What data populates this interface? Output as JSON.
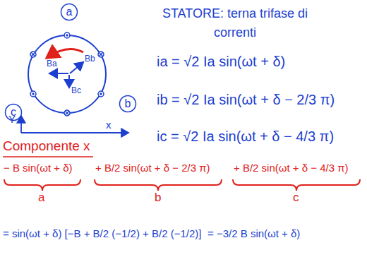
{
  "diagram": {
    "nodes": [
      {
        "text": [
          "a"
        ]
      },
      {
        "text": [
          "c"
        ]
      },
      {
        "text": [
          "b"
        ]
      }
    ],
    "labels": [
      "STATORE: terna trifase di correnti",
      "ia = √2 Ia sin(ωt + δ)",
      "ib = √2 Ia sin(ωt + δ − 2/3 π)",
      "ic = √2 Ia sin(ωt + δ − 4/3 π)",
      "Componente x",
      "− B sin(ωt + δ)",
      "+ B/2 sin(ωt + δ − 2/3 π)",
      "+ B/2 sin(ωt + δ − 4/3 π)",
      "a",
      "b",
      "c",
      "= sin(ωt + δ) [−B + B/2 (−1/2) + B/2 (−1/2)]",
      "= −3/2 B sin(ωt + δ)",
      "Ba",
      "Bb",
      "Bc",
      "Y",
      "x"
    ]
  }
}
